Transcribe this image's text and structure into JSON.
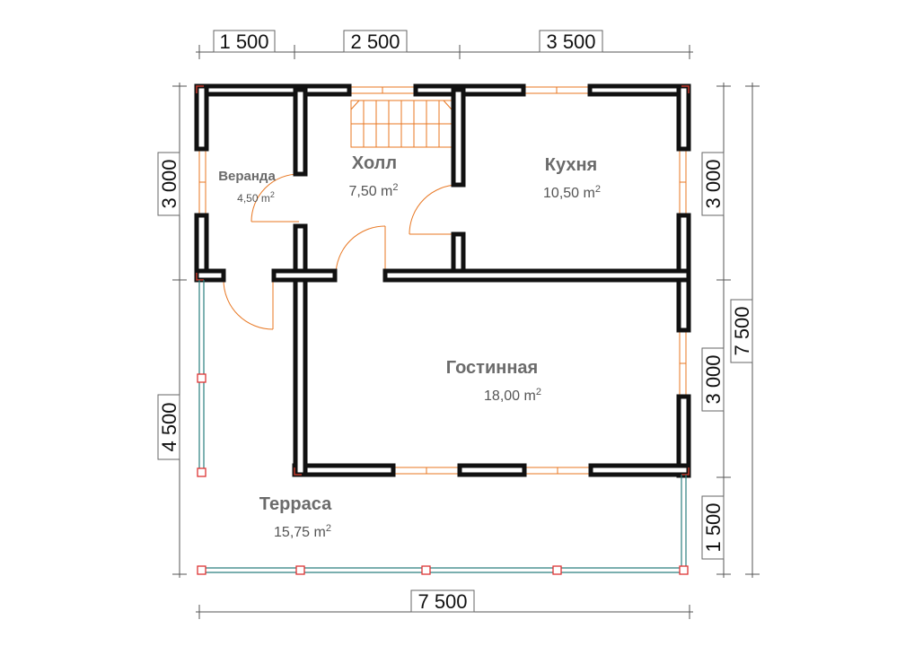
{
  "dimensions": {
    "top": [
      "1 500",
      "2 500",
      "3 500"
    ],
    "left_upper": "3 000",
    "left_lower": "4 500",
    "right_upper": "3 000",
    "right_middle": "3 000",
    "right_lower": "1 500",
    "right_total": "7 500",
    "bottom": "7 500"
  },
  "rooms": {
    "veranda": {
      "name": "Веранда",
      "area": "4,50 m",
      "unit_sup": "2"
    },
    "hall": {
      "name": "Холл",
      "area": "7,50 m",
      "unit_sup": "2"
    },
    "kitchen": {
      "name": "Кухня",
      "area": "10,50 m",
      "unit_sup": "2"
    },
    "living": {
      "name": "Гостинная",
      "area": "18,00 m",
      "unit_sup": "2"
    },
    "terrace": {
      "name": "Терраса",
      "area": "15,75 m",
      "unit_sup": "2"
    }
  },
  "colors": {
    "wall": "#111111",
    "opening": "#e87722",
    "railing": "#2a7f7f",
    "post": "#dd3333",
    "label": "#6b6b6b"
  }
}
